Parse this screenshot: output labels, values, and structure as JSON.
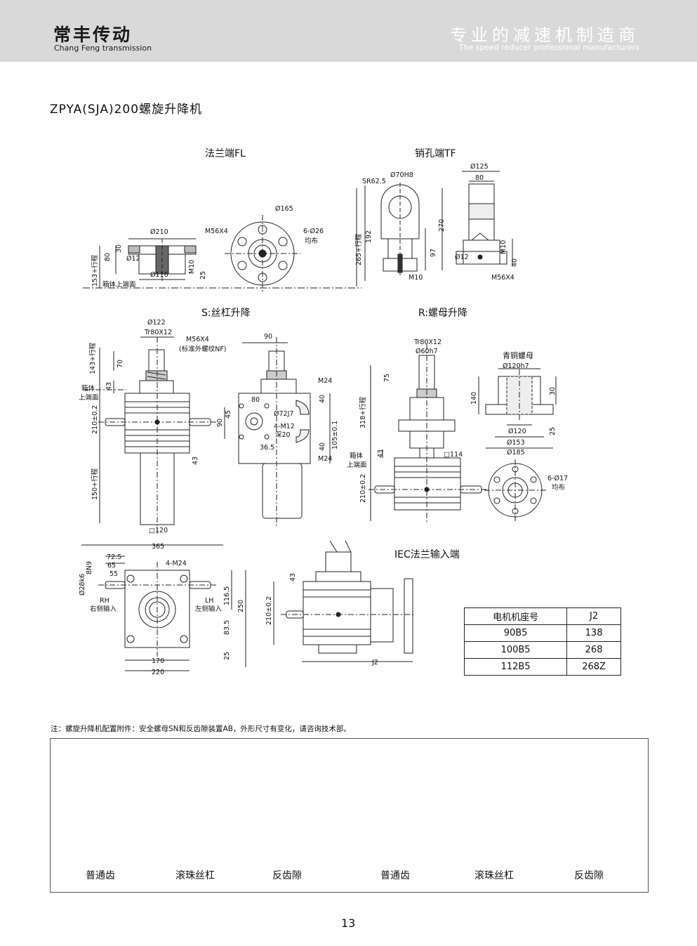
{
  "header": {
    "brand_cn": "常丰传动",
    "brand_en": "Chang Feng transmission",
    "slogan_cn": "专业的减速机制造商",
    "slogan_en": "The speed reducer professional manufacturers"
  },
  "document": {
    "title": "ZPYA(SJA)200螺旋升降机"
  },
  "sections": {
    "flange_end": "法兰端FL",
    "pin_end": "销孔端TF",
    "s_type": "S:丝杠升降",
    "r_type": "R:螺母升降",
    "iec": "IEC法兰输入端",
    "bronze_nut": "青铜螺母"
  },
  "dimensions": {
    "fl": {
      "d210": "Ø210",
      "d12": "Ø12",
      "d116": "Ø116",
      "h80": "80",
      "h30": "30",
      "h25": "25",
      "m10": "M10",
      "stroke": "153+行程",
      "box_top": "箱体上端面",
      "m56": "M56X4",
      "d165": "Ø165",
      "holes": "6-Ø26",
      "even": "均布"
    },
    "tf": {
      "sr": "SR62.5",
      "d70": "Ø70H8",
      "h192": "192",
      "h270": "270",
      "h97": "97",
      "stroke": "265+行程",
      "m10": "M10",
      "d125": "Ø125",
      "w80": "80",
      "d12": "Ø12",
      "m10b": "M10",
      "h40": "40",
      "m56": "M56X4"
    },
    "s": {
      "d122": "Ø122",
      "tr": "Tr80X12",
      "m56": "M56X4",
      "nf": "(标准外螺纹NF)",
      "stroke_top": "143+行程",
      "h70": "70",
      "h43": "43",
      "box_top_1": "箱体",
      "box_top_2": "上端面",
      "h210": "210±0.2",
      "h43b": "43",
      "stroke_bot": "150+行程",
      "sq120": "□120",
      "w90": "90",
      "m24a": "M24",
      "h40a": "40",
      "w80": "80",
      "d72": "Ø72J7",
      "h45": "45",
      "h90": "90",
      "m12": "4-M12",
      "deep": "深20",
      "w365": "36.5",
      "h105": "105±0.1",
      "h40b": "40",
      "m24b": "M24"
    },
    "r": {
      "tr": "Tr80X12",
      "d60": "Ø60h7",
      "h75": "75",
      "stroke": "318+行程",
      "h43": "43",
      "box_top_1": "箱体",
      "box_top_2": "上端面",
      "sq114": "□114",
      "h210": "210±0.2",
      "d120h7": "Ø120h7",
      "h140": "140",
      "h30": "30",
      "h25": "25",
      "d120": "Ø120",
      "d153": "Ø153",
      "d185": "Ø185",
      "holes": "6-Ø17",
      "even": "均布"
    },
    "plan": {
      "w365": "365",
      "w725": "72.5",
      "w65": "65",
      "w55": "55",
      "m24": "4-M24",
      "n9": "8N9",
      "d28": "Ø28k6",
      "rh": "RH",
      "rh_cn": "右侧输入",
      "lh": "LH",
      "lh_cn": "左侧输入",
      "h1165": "116.5",
      "h250": "250",
      "h835": "83.5",
      "h25": "25",
      "w170": "170",
      "w220": "220"
    },
    "iec": {
      "h43": "43",
      "h210": "210±0.2",
      "j2": "J2"
    }
  },
  "motor_table": {
    "headers": [
      "电机机座号",
      "J2"
    ],
    "rows": [
      [
        "90B5",
        "138"
      ],
      [
        "100B5",
        "268"
      ],
      [
        "112B5",
        "268Z"
      ]
    ]
  },
  "note": "注：螺旋升降机配置附件：安全螺母SN和反齿隙装置AB，外形尺寸有变化，请咨询技术部。",
  "products": [
    {
      "label": "普通齿"
    },
    {
      "label": "滚珠丝杠"
    },
    {
      "label": "反齿隙"
    },
    {
      "label": "普通齿"
    },
    {
      "label": "滚珠丝杠"
    },
    {
      "label": "反齿隙"
    }
  ],
  "page_number": "13"
}
